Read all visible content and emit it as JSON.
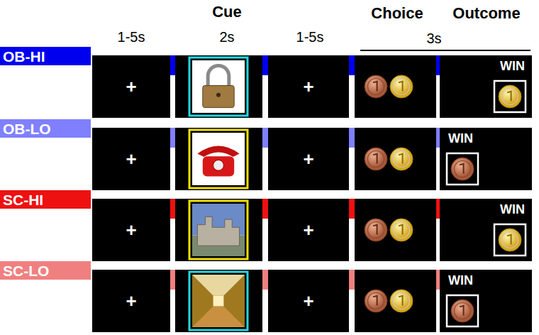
{
  "diagram": {
    "nodes": [
      {
        "text": [
          "OB-HI"
        ]
      },
      {
        "text": [
          "+"
        ]
      },
      {
        "text": [
          "+"
        ]
      },
      {
        "text": [
          "WIN"
        ]
      },
      {
        "text": [
          "OB-LO"
        ]
      },
      {
        "text": [
          "+"
        ]
      },
      {
        "text": [
          "+"
        ]
      },
      {
        "text": [
          "WIN"
        ]
      },
      {
        "text": [
          "SC-HI"
        ]
      },
      {
        "text": [
          "+"
        ]
      },
      {
        "text": [
          "+"
        ]
      },
      {
        "text": [
          "WIN"
        ]
      },
      {
        "text": [
          "SC-LO"
        ]
      },
      {
        "text": [
          "+"
        ]
      },
      {
        "text": [
          "+"
        ]
      },
      {
        "text": [
          "WIN"
        ]
      }
    ],
    "labels": [
      "Cue",
      "Choice",
      "Outcome",
      "1-5s",
      "2s",
      "1-5s",
      "3s"
    ]
  }
}
